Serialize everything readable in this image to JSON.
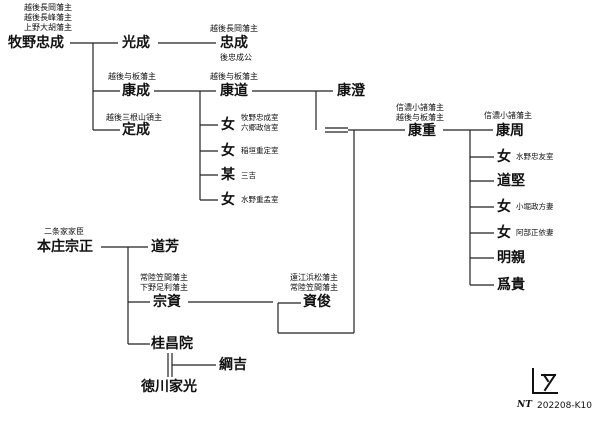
{
  "makino": {
    "tadanari": {
      "titles": [
        "越後長岡藩主",
        "越後長峰藩主",
        "上野大胡藩主"
      ],
      "name": "牧野忠成"
    },
    "mitsunari": {
      "name": "光成"
    },
    "tadanari2": {
      "title": "越後長岡藩主",
      "name": "忠成",
      "note": "後忠成公"
    },
    "yasunari": {
      "title": "越後与板藩主",
      "name": "康成"
    },
    "sadanari": {
      "title": "越後三根山領主",
      "name": "定成"
    },
    "yasumichi": {
      "title": "越後与板藩主",
      "name": "康道"
    },
    "yasuzumi": {
      "name": "康澄"
    },
    "yasushige": {
      "titles": [
        "信濃小諸藩主",
        "越後与板藩主"
      ],
      "name": "康重"
    },
    "yasuchika": {
      "title": "信濃小諸藩主",
      "name": "康周"
    }
  },
  "yasumichi_children": [
    {
      "glyph": "女",
      "note": [
        "牧野忠成室",
        "六郷政信室"
      ]
    },
    {
      "glyph": "女",
      "note": [
        "稲垣重定室"
      ]
    },
    {
      "glyph": "某",
      "note": [
        "三吉"
      ]
    },
    {
      "glyph": "女",
      "note": [
        "水野重孟室"
      ]
    }
  ],
  "yasushige_children": [
    {
      "glyph": "女",
      "note": "水野忠友室"
    },
    {
      "glyph": "道堅",
      "note": ""
    },
    {
      "glyph": "女",
      "note": "小堀政方妻"
    },
    {
      "glyph": "女",
      "note": "阿部正依妻"
    },
    {
      "glyph": "明親",
      "note": ""
    },
    {
      "glyph": "爲貴",
      "note": ""
    }
  ],
  "honjo": {
    "munemasa": {
      "title": "二条家家臣",
      "name": "本庄宗正"
    },
    "michiyoshi": {
      "name": "道芳"
    },
    "munesuke": {
      "titles": [
        "常陸笠間藩主",
        "下野足利藩主"
      ],
      "name": "宗資"
    },
    "sukeyoshi": {
      "titles": [
        "遠江浜松藩主",
        "常陸笠間藩主"
      ],
      "name": "資俊"
    },
    "keishoin": {
      "name": "桂昌院"
    },
    "tsunayoshi": {
      "name": "綱吉"
    },
    "iemitsu": {
      "name": "徳川家光"
    }
  },
  "signature": {
    "initials": "NT",
    "code": "202208-K10"
  }
}
